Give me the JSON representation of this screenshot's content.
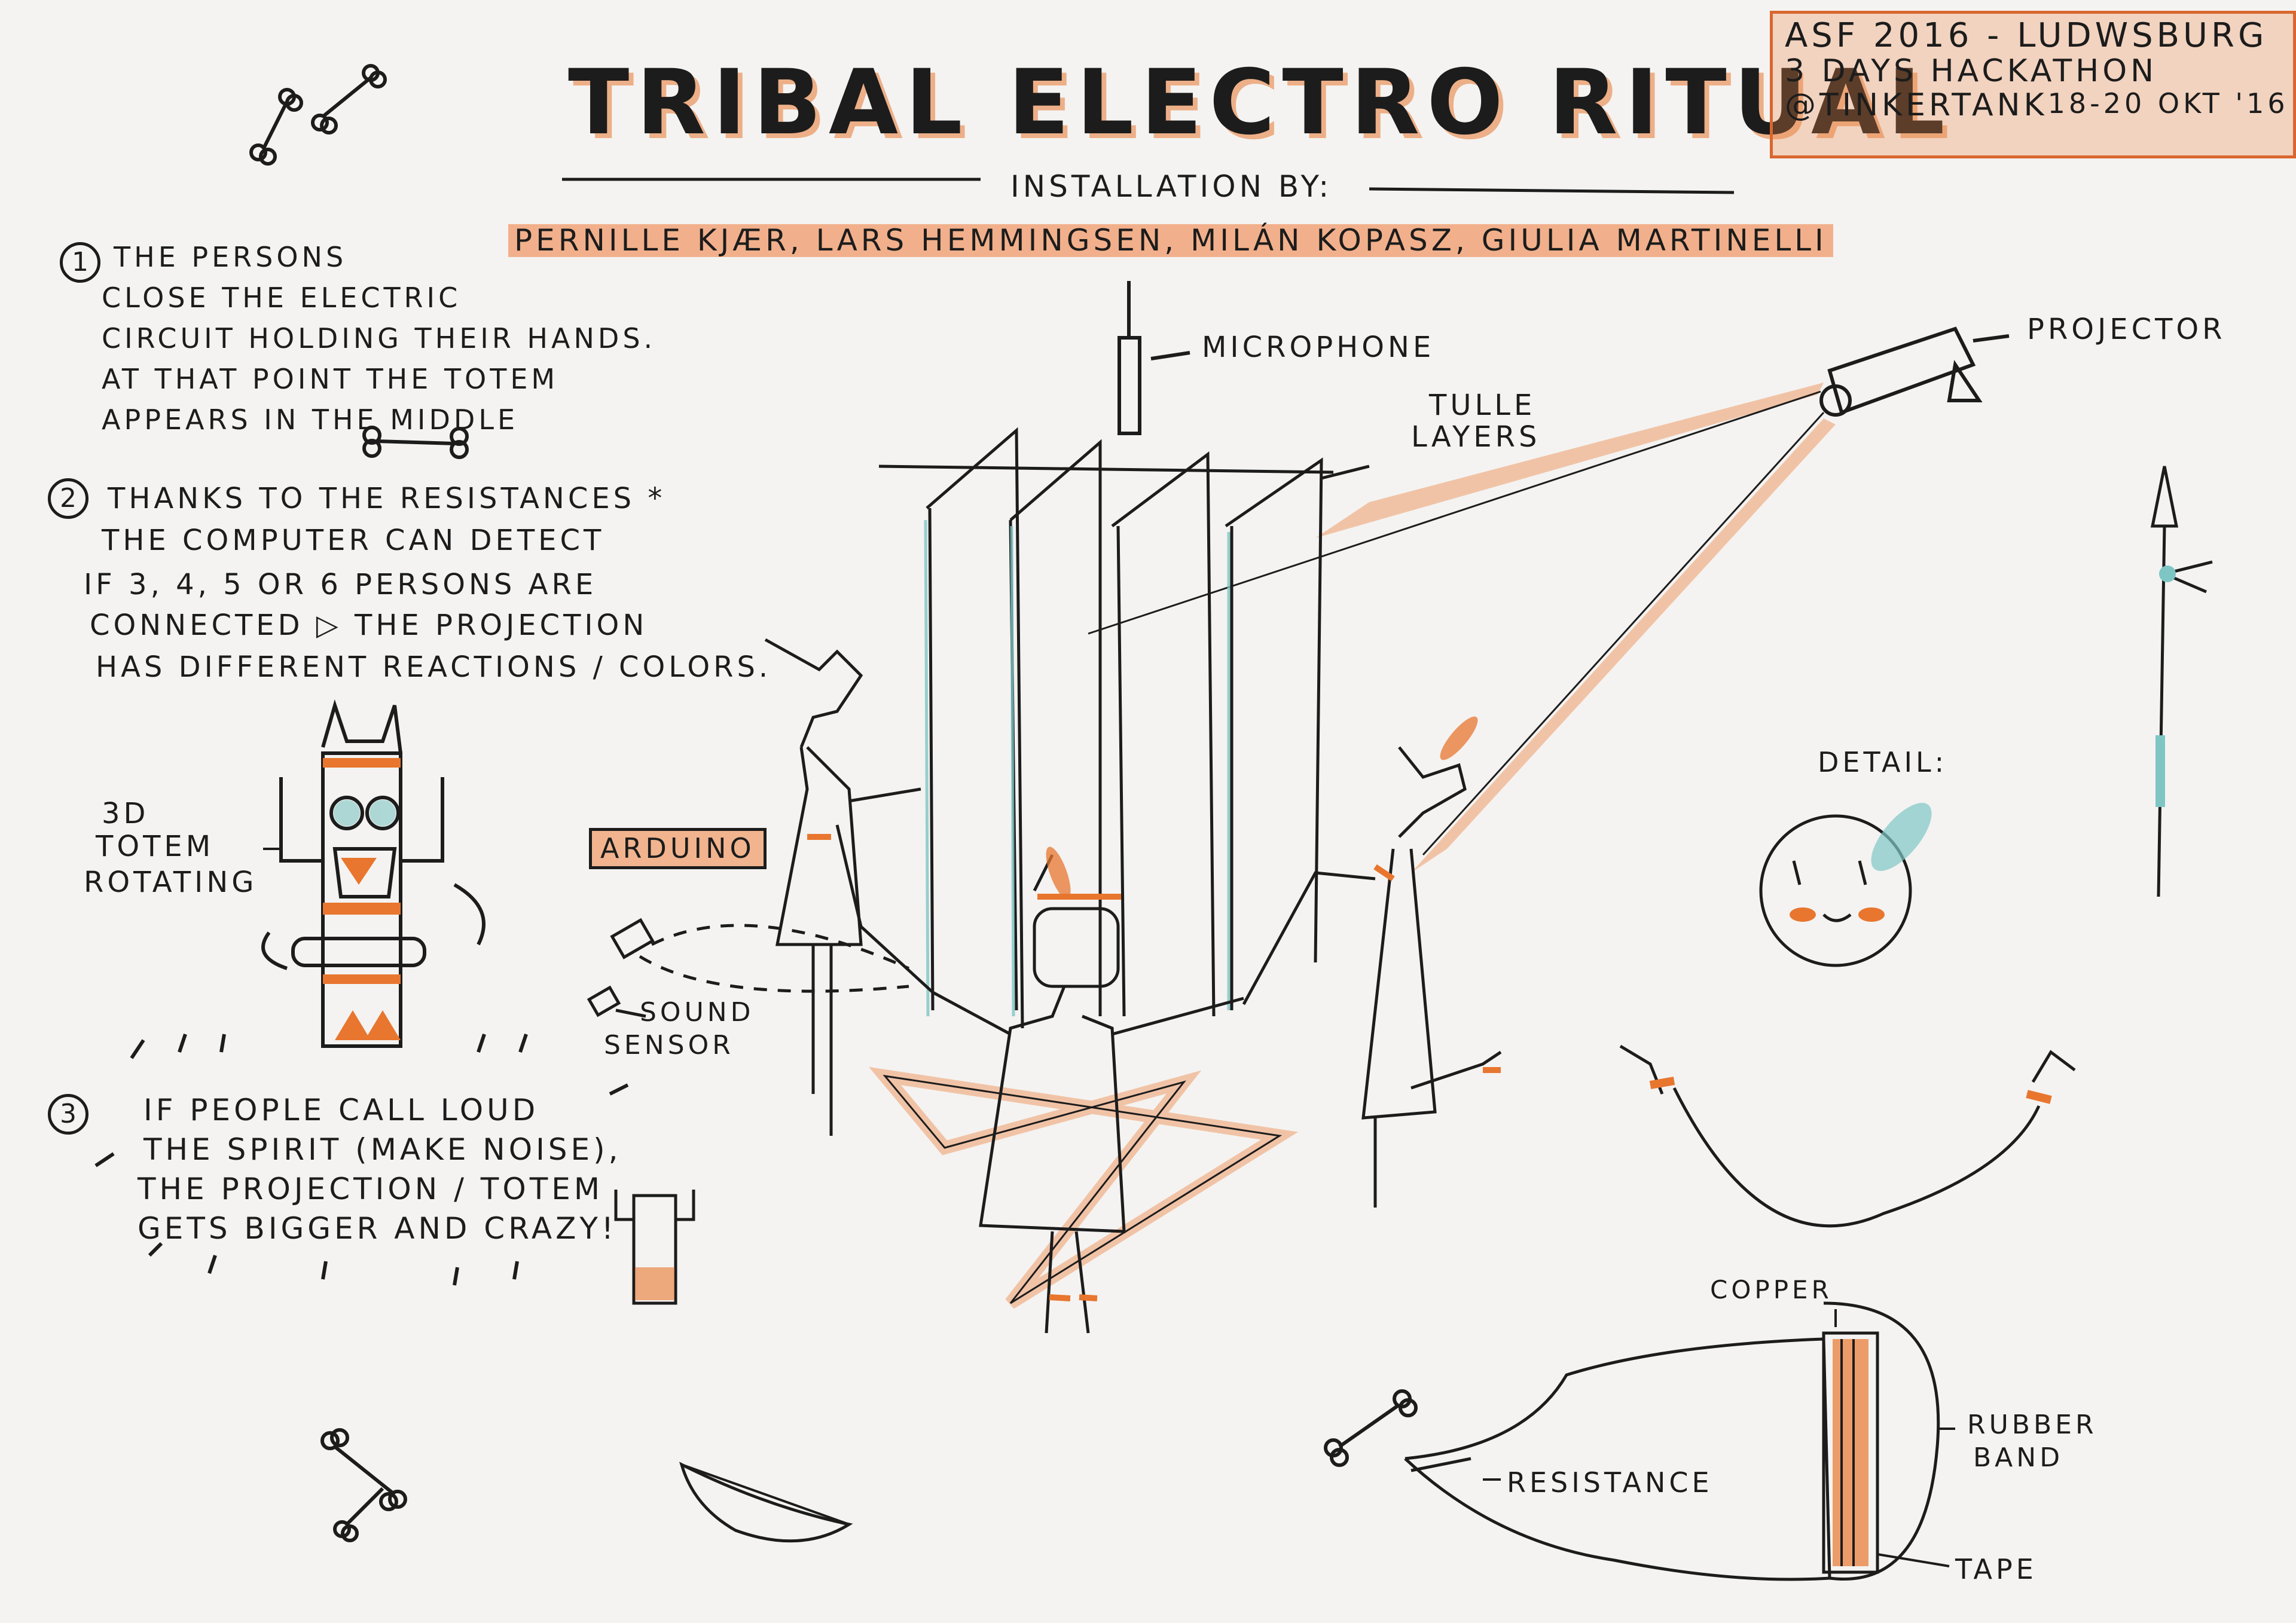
{
  "title": "TRIBAL ELECTRO RITUAL",
  "subtitle": "INSTALLATION BY:",
  "authors": "PERNILLE KJÆR, LARS HEMMINGSEN, MILÁN KOPASZ, GIULIA MARTINELLI",
  "event": {
    "line1": "ASF 2016 - LUDWSBURG",
    "line2": "3 DAYS HACKATHON",
    "line3": "@TINKERTANK",
    "date": "18-20 OKT '16"
  },
  "steps": [
    {
      "num": "1",
      "lines": [
        "THE PERSONS",
        "CLOSE THE ELECTRIC",
        "CIRCUIT HOLDING THEIR HANDS.",
        "AT THAT POINT THE TOTEM",
        "APPEARS IN THE MIDDLE"
      ]
    },
    {
      "num": "2",
      "lines": [
        "THANKS TO THE RESISTANCES *",
        "THE COMPUTER CAN DETECT",
        "IF 3, 4, 5 OR 6 PERSONS ARE",
        "CONNECTED ▷ THE PROJECTION",
        "HAS DIFFERENT REACTIONS / COLORS."
      ]
    },
    {
      "num": "3",
      "lines": [
        "IF PEOPLE CALL LOUD",
        "THE SPIRIT (MAKE NOISE),",
        "THE PROJECTION / TOTEM",
        "GETS BIGGER AND CRAZY!"
      ]
    }
  ],
  "labels": {
    "microphone": "MICROPHONE",
    "tulle": [
      "TULLE",
      "LAYERS"
    ],
    "projector": "PROJECTOR",
    "arduino": "ARDUINO",
    "sound_sensor": [
      "SOUND",
      "SENSOR"
    ],
    "totem": [
      "3D",
      "TOTEM",
      "ROTATING"
    ],
    "detail": "DETAIL:",
    "copper": "COPPER",
    "rubber_band": [
      "RUBBER",
      "BAND"
    ],
    "resistance": "RESISTANCE",
    "tape": "TAPE"
  },
  "colors": {
    "accent": "#e8762f",
    "ink": "#1c1c1c",
    "teal": "#7ec6c4",
    "paper": "#f4f3f1"
  }
}
